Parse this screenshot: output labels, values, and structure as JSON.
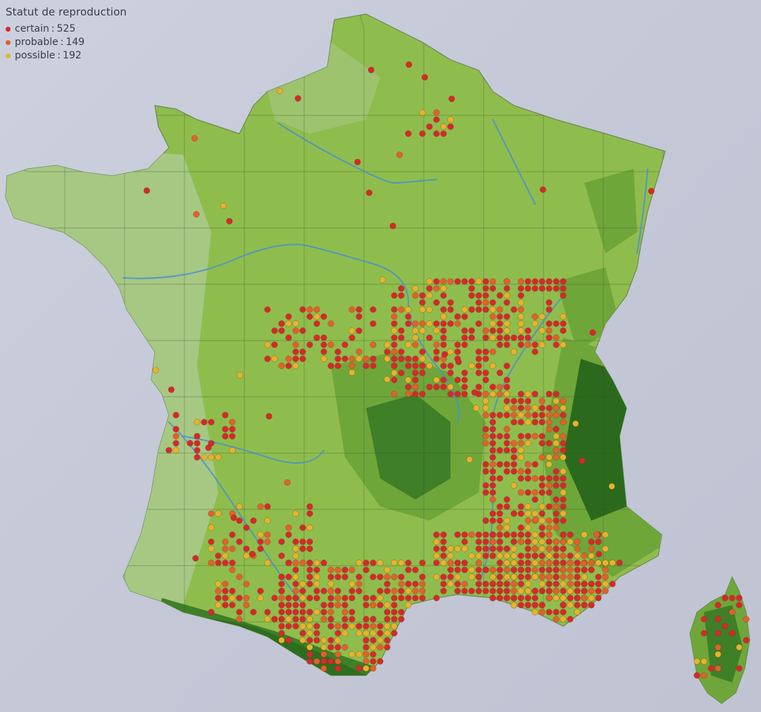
{
  "legend": {
    "title": "Statut de reproduction",
    "items": [
      {
        "key": "certain",
        "label": "certain",
        "count": "525",
        "color": "#d42a2a"
      },
      {
        "key": "probable",
        "label": "probable",
        "count": "149",
        "color": "#e0622a"
      },
      {
        "key": "possible",
        "label": "possible",
        "count": "192",
        "color": "#e3b52b"
      }
    ]
  },
  "colors": {
    "sea": "#c6cad8",
    "lowland": "#a9c98a",
    "plain": "#8fbd4d",
    "hill": "#6fa63a",
    "mountain": "#3f7f28",
    "high_mountain": "#2b6a1d",
    "river": "#4a8fd0",
    "border": "#3c4a30"
  }
}
